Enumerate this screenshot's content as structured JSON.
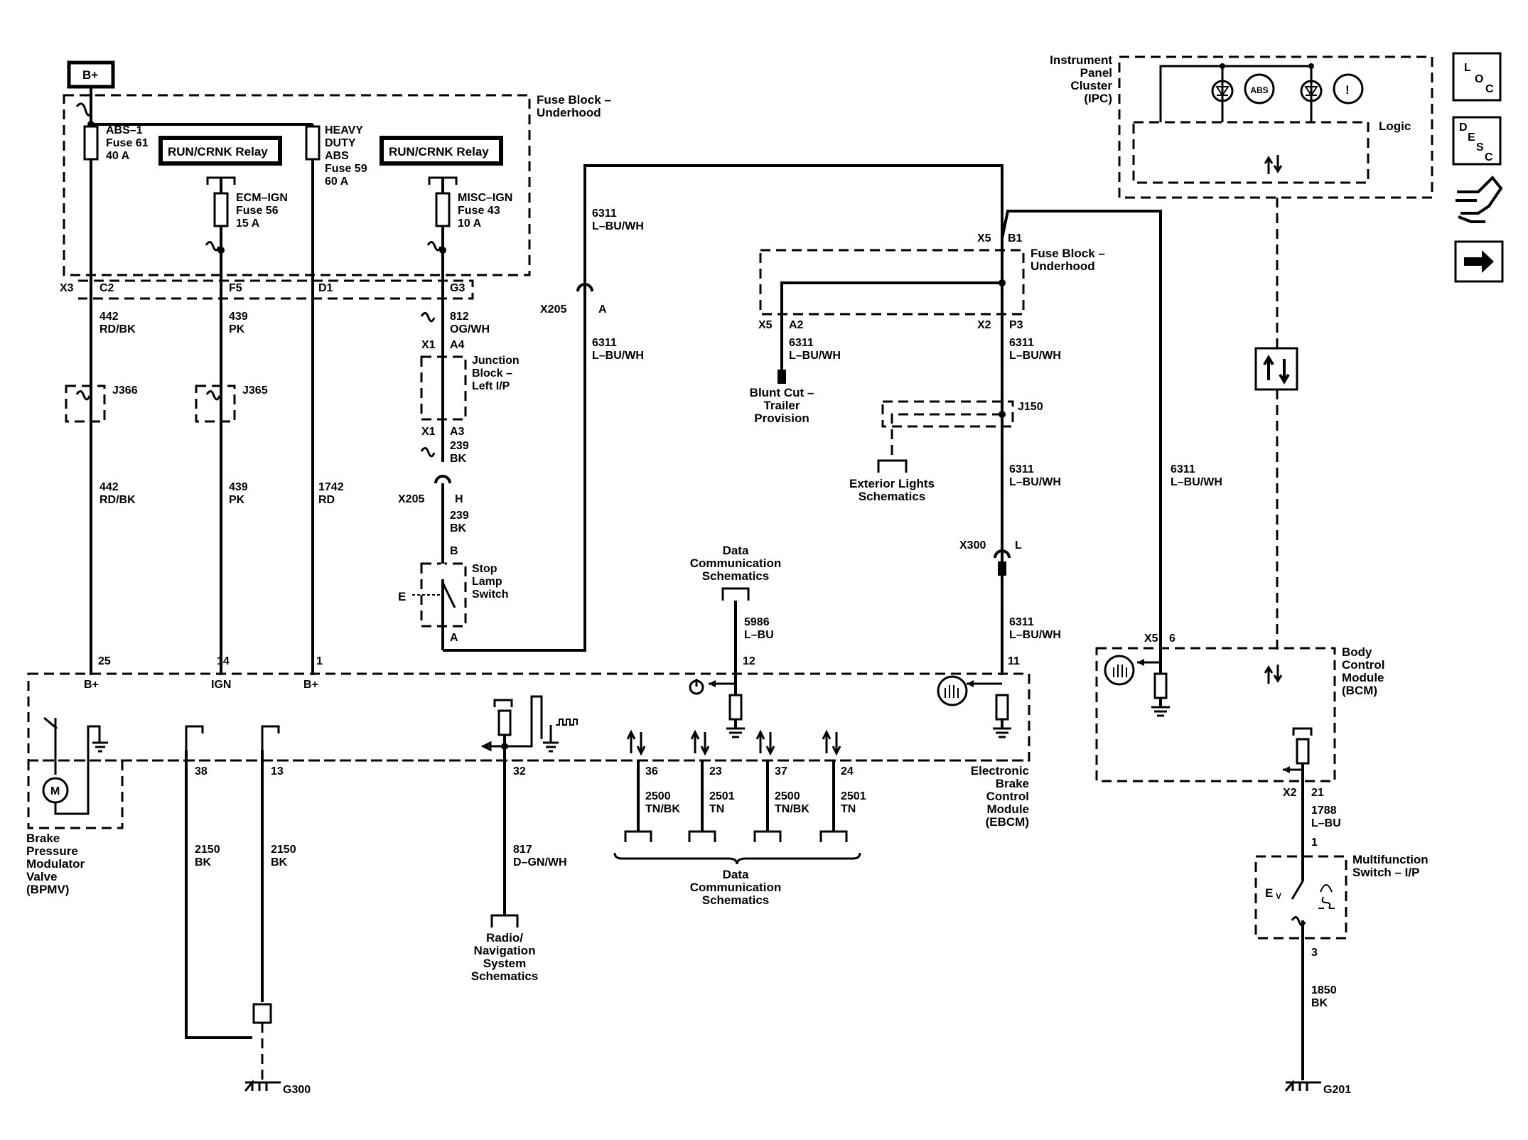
{
  "labels": {
    "bplus_top": "B+",
    "fuse_block_top": [
      "Fuse Block –",
      "Underhood"
    ],
    "abs1": [
      "ABS–1",
      "Fuse 61",
      "40 A"
    ],
    "relay1": "RUN/CRNK Relay",
    "relay2": "RUN/CRNK Relay",
    "hd_abs": [
      "HEAVY",
      "DUTY",
      "ABS",
      "Fuse 59",
      "60 A"
    ],
    "ecm_ign": [
      "ECM–IGN",
      "Fuse 56",
      "15 A"
    ],
    "misc_ign": [
      "MISC–IGN",
      "Fuse 43",
      "10 A"
    ],
    "x3": "X3",
    "c2": "C2",
    "f5": "F5",
    "d1": "D1",
    "g3": "G3",
    "w442a": [
      "442",
      "RD/BK"
    ],
    "w439a": [
      "439",
      "PK"
    ],
    "w812": [
      "812",
      "OG/WH"
    ],
    "x1a4": [
      "X1",
      "A4"
    ],
    "junction": [
      "Junction",
      "Block –",
      "Left I/P"
    ],
    "j366": "J366",
    "j365": "J365",
    "x1a3": [
      "X1",
      "A3"
    ],
    "w239a": [
      "239",
      "BK"
    ],
    "w442b": [
      "442",
      "RD/BK"
    ],
    "w439b": [
      "439",
      "PK"
    ],
    "w1742": [
      "1742",
      "RD"
    ],
    "x205h": [
      "X205",
      "H"
    ],
    "w239b": [
      "239",
      "BK"
    ],
    "pin_b": "B",
    "stop_lamp": [
      "Stop",
      "Lamp",
      "Switch"
    ],
    "pin_a": "A",
    "w6311a": [
      "6311",
      "L–BU/WH"
    ],
    "x205a": [
      "X205",
      "A"
    ],
    "w6311b": [
      "6311",
      "L–BU/WH"
    ],
    "x5b1": [
      "X5",
      "B1"
    ],
    "fuse_block_mid": [
      "Fuse Block –",
      "Underhood"
    ],
    "x5a2": [
      "X5",
      "A2"
    ],
    "x2p3": [
      "X2",
      "P3"
    ],
    "w6311c": [
      "6311",
      "L–BU/WH"
    ],
    "w6311d": [
      "6311",
      "L–BU/WH"
    ],
    "blunt_cut": [
      "Blunt Cut –",
      "Trailer",
      "Provision"
    ],
    "j150": "J150",
    "ext_lights": [
      "Exterior Lights",
      "Schematics"
    ],
    "w6311e": [
      "6311",
      "L–BU/WH"
    ],
    "w6311f": [
      "6311",
      "L–BU/WH"
    ],
    "x300l": [
      "X300",
      "L"
    ],
    "w6311g": [
      "6311",
      "L–BU/WH"
    ],
    "data_comm_top": [
      "Data",
      "Communication",
      "Schematics"
    ],
    "w5986": [
      "5986",
      "L–BU"
    ],
    "pin12": "12",
    "pin11": "11",
    "pin25": "25",
    "pin14": "14",
    "pin1": "1",
    "bplus1": "B+",
    "ign": "IGN",
    "bplus2": "B+",
    "pin38": "38",
    "pin13": "13",
    "pin32": "32",
    "pin36": "36",
    "pin23": "23",
    "pin37": "37",
    "pin24": "24",
    "w2500a": [
      "2500",
      "TN/BK"
    ],
    "w2501a": [
      "2501",
      "TN"
    ],
    "w2500b": [
      "2500",
      "TN/BK"
    ],
    "w2501b": [
      "2501",
      "TN"
    ],
    "ebcm": [
      "Electronic",
      "Brake",
      "Control",
      "Module",
      "(EBCM)"
    ],
    "bpmv": [
      "Brake",
      "Pressure",
      "Modulator",
      "Valve",
      "(BPMV)"
    ],
    "w2150a": [
      "2150",
      "BK"
    ],
    "w2150b": [
      "2150",
      "BK"
    ],
    "w817": [
      "817",
      "D–GN/WH"
    ],
    "radio": [
      "Radio/",
      "Navigation",
      "System",
      "Schematics"
    ],
    "data_comm_bot": [
      "Data",
      "Communication",
      "Schematics"
    ],
    "g300": "G300",
    "g201": "G201",
    "ipc": [
      "Instrument",
      "Panel",
      "Cluster",
      "(IPC)"
    ],
    "logic": "Logic",
    "abs_icon": "ABS",
    "x5_6": [
      "X5",
      "6"
    ],
    "bcm": [
      "Body",
      "Control",
      "Module",
      "(BCM)"
    ],
    "x2_21": [
      "X2",
      "21"
    ],
    "w1788": [
      "1788",
      "L–BU"
    ],
    "pin1b": "1",
    "multifunction": [
      "Multifunction",
      "Switch – I/P"
    ],
    "pin3": "3",
    "w1850": [
      "1850",
      "BK"
    ]
  },
  "nav_icons": [
    "loc-icon",
    "desc-icon",
    "connector-icon",
    "next-arrow-icon"
  ],
  "nav_icon_letters": {
    "loc": [
      "L",
      "O",
      "C"
    ],
    "desc": [
      "D",
      "E",
      "S",
      "C"
    ]
  }
}
